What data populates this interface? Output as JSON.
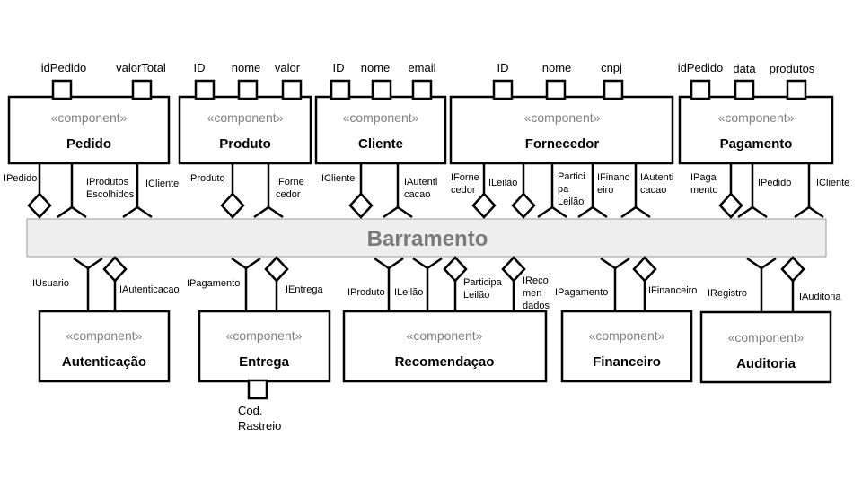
{
  "stereotype": "«component»",
  "bus": {
    "label": "Barramento"
  },
  "components": {
    "pedido": {
      "name": "Pedido",
      "ports": [
        "idPedido",
        "valorTotal"
      ],
      "interfaces": [
        "IPedido",
        "IProdutos\nEscolhidos",
        "ICliente"
      ]
    },
    "produto": {
      "name": "Produto",
      "ports": [
        "ID",
        "nome",
        "valor"
      ],
      "interfaces": [
        "IProduto",
        "IForne\ncedor"
      ]
    },
    "cliente": {
      "name": "Cliente",
      "ports": [
        "ID",
        "nome",
        "email"
      ],
      "interfaces": [
        "ICliente",
        "IAutenti\ncacao"
      ]
    },
    "fornecedor": {
      "name": "Fornecedor",
      "ports": [
        "ID",
        "nome",
        "cnpj"
      ],
      "interfaces": [
        "IForne\ncedor",
        "ILeilão",
        "Partici\npa\nLeilão",
        "IFinanc\neiro",
        "IAutenti\ncacao"
      ]
    },
    "pagamento": {
      "name": "Pagamento",
      "ports": [
        "idPedido",
        "data",
        "produtos"
      ],
      "interfaces": [
        "IPaga\nmento",
        "IPedido",
        "ICliente"
      ]
    },
    "autenticacao": {
      "name": "Autenticação",
      "interfaces": [
        "IUsuario",
        "IAutenticacao"
      ]
    },
    "entrega": {
      "name": "Entrega",
      "interfaces": [
        "IPagamento",
        "IEntrega"
      ],
      "bottom_port": "Cod.\nRastreio"
    },
    "recomendacao": {
      "name": "Recomendaçao",
      "interfaces": [
        "IProduto",
        "ILeilão",
        "Participa\nLeilão",
        "IReco\nmen\ndados"
      ]
    },
    "financeiro": {
      "name": "Financeiro",
      "interfaces": [
        "IPagamento",
        "IFinanceiro"
      ]
    },
    "auditoria": {
      "name": "Auditoria",
      "interfaces": [
        "IRegistro",
        "IAuditoria"
      ]
    }
  }
}
